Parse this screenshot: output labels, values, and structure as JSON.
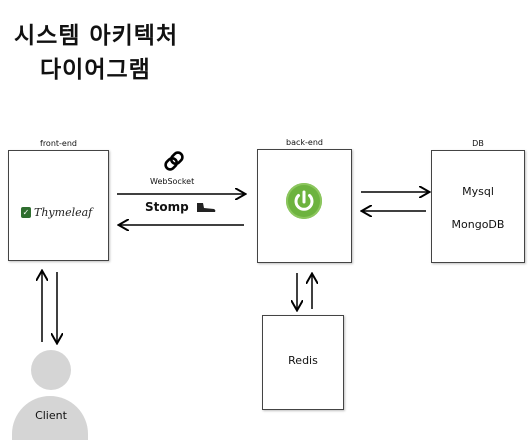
{
  "title": {
    "line1": "시스템 아키텍처",
    "line2": "다이어그램"
  },
  "frontend": {
    "label": "front-end",
    "tech": "Thymeleaf"
  },
  "backend": {
    "label": "back-end",
    "tech_icon": "spring-power-icon"
  },
  "db": {
    "label": "DB",
    "items": [
      "Mysql",
      "MongoDB"
    ]
  },
  "redis": {
    "label": "Redis"
  },
  "connection": {
    "protocol": "WebSocket",
    "messaging": "Stomp",
    "icons": [
      "link-icon",
      "shoe-icon"
    ]
  },
  "client": {
    "label": "Client"
  },
  "colors": {
    "spring_green": "#6db33f",
    "thymeleaf_green": "#2f6e2f",
    "client_gray": "#d5d5d5"
  }
}
